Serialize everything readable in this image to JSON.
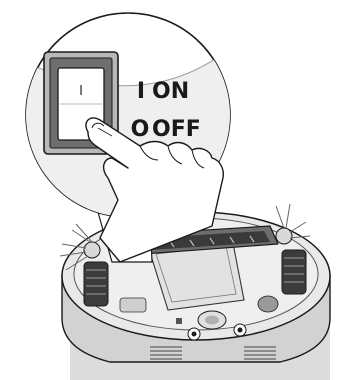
{
  "switch": {
    "rocker_mark": "I",
    "state": "on",
    "on_symbol": "I",
    "on_label": "ON",
    "off_symbol": "O",
    "off_label": "OFF"
  },
  "icons": {
    "hand": "pointing-hand-icon",
    "robot": "robot-vacuum-icon"
  },
  "colors": {
    "outline": "#1a1a1a",
    "light_gray": "#e6e6e6",
    "mid_gray": "#c8c8c8",
    "dark_gray": "#8c8c8c"
  }
}
